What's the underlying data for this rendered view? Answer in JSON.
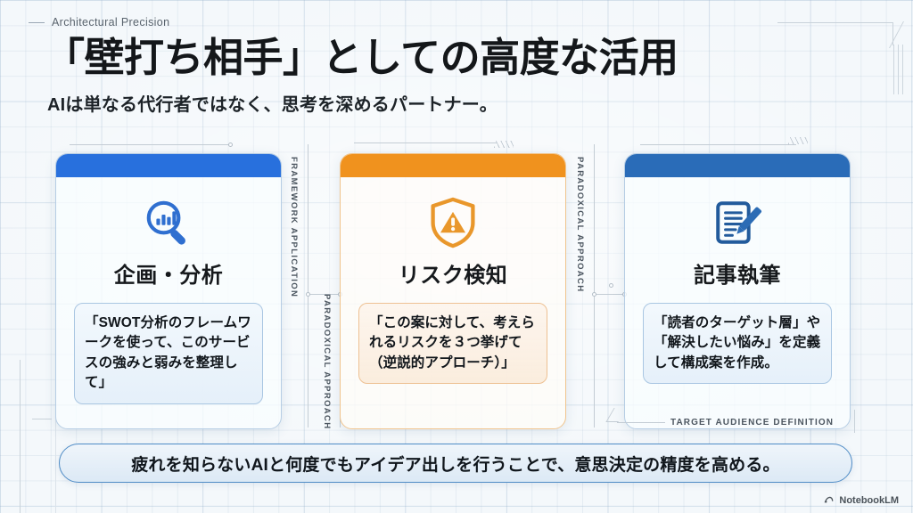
{
  "slide": {
    "eyebrow": "Architectural Precision",
    "title": "「壁打ち相手」としての高度な活用",
    "subtitle": "AIは単なる代行者ではなく、思考を深めるパートナー。"
  },
  "cards": [
    {
      "id": "planning-analysis",
      "accent_color": "#2870dd",
      "icon": "magnifier-bar-chart-icon",
      "title": "企画・分析",
      "quote": "「SWOT分析のフレームワークを使って、このサービスの強みと弱みを整理して」"
    },
    {
      "id": "risk-detection",
      "accent_color": "#f0921e",
      "icon": "shield-warning-icon",
      "title": "リスク検知",
      "quote": "「この案に対して、考えられるリスクを３つ挙げて（逆説的アプローチ）」"
    },
    {
      "id": "article-writing",
      "accent_color": "#2a6cb8",
      "icon": "document-pencil-icon",
      "title": "記事執筆",
      "quote": "「読者のターゲット層」や「解決したい悩み」を定義して構成案を作成。"
    }
  ],
  "connectors": {
    "label_1": "FRAMEWORK APPLICATION",
    "label_2": "PARADOXICAL APPROACH",
    "label_3": "PARADOXICAL APPROACH",
    "target_audience_caption": "TARGET AUDIENCE DEFINITION"
  },
  "banner": {
    "text": "疲れを知らないAIと何度でもアイデア出しを行うことで、意思決定の精度を高める。"
  },
  "watermark": {
    "label": "NotebookLM"
  },
  "colors": {
    "background": "#f4f8fb",
    "blue": "#2870dd",
    "blue_dark": "#2a6cb8",
    "orange": "#f0921e",
    "ink": "#14171a",
    "line": "#c3ccd4"
  }
}
